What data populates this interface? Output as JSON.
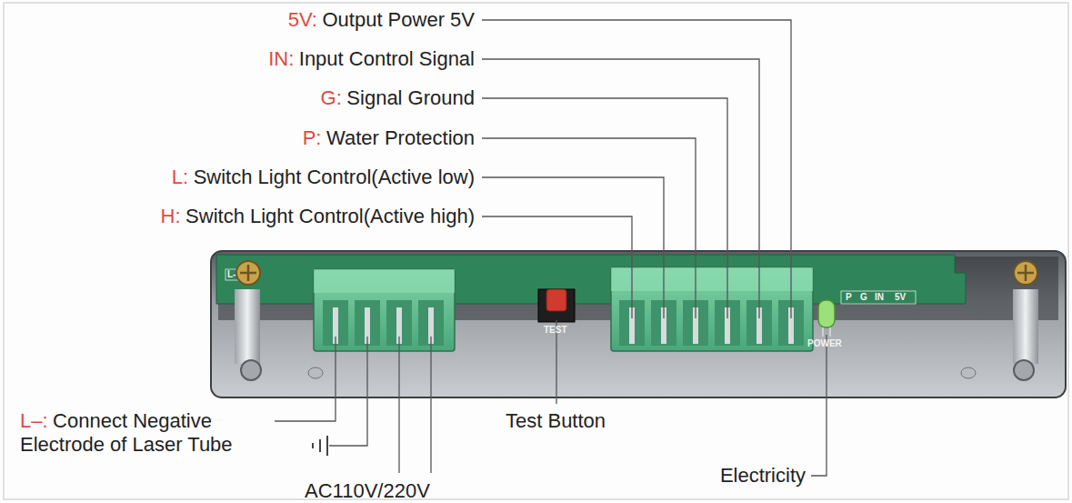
{
  "diagram": {
    "labels": [
      "5V:",
      "Output Power 5V",
      "IN:",
      "Input Control Signal",
      "G:",
      "Signal Ground",
      "P:",
      "Water Protection",
      "L:",
      "Switch Light Control(Active low)",
      "H:",
      "Switch Light Control(Active high)",
      "L–:",
      "Connect Negative Electrode of Laser Tube",
      "AC110V/220V",
      "Test Button",
      "Electricity",
      "L-",
      "TEST",
      "POWER",
      "P",
      "G",
      "IN",
      "5V"
    ]
  }
}
